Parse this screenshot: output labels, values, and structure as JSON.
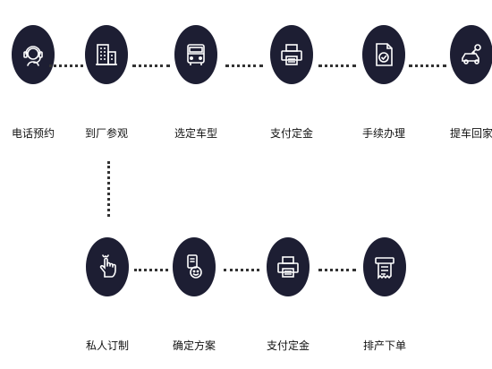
{
  "colors": {
    "node": "#1d1e33",
    "icon": "#ffffff",
    "connector": "#333333",
    "text": "#111111"
  },
  "row1": [
    {
      "label": "电话预约",
      "icon": "headset-icon"
    },
    {
      "label": "到厂参观",
      "icon": "building-icon"
    },
    {
      "label": "选定车型",
      "icon": "bus-icon"
    },
    {
      "label": "支付定金",
      "icon": "printer-icon"
    },
    {
      "label": "手续办理",
      "icon": "document-check-icon"
    },
    {
      "label": "提车回家",
      "icon": "car-key-icon"
    }
  ],
  "row2": [
    {
      "label": "私人订制",
      "icon": "hand-pointer-icon"
    },
    {
      "label": "确定方案",
      "icon": "smiley-phone-icon"
    },
    {
      "label": "支付定金",
      "icon": "printer-icon"
    },
    {
      "label": "排产下单",
      "icon": "receipt-icon"
    }
  ]
}
